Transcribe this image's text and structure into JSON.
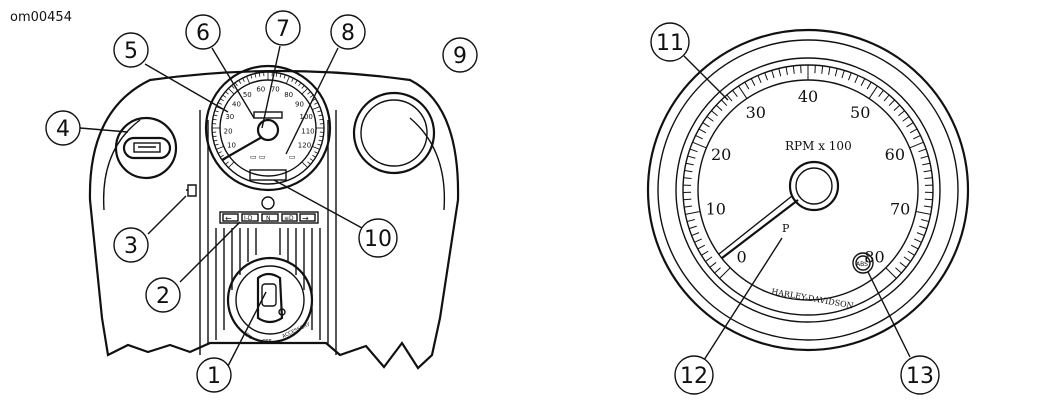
{
  "figure_ref": "om00454",
  "callouts": [
    "1",
    "2",
    "3",
    "4",
    "5",
    "6",
    "7",
    "8",
    "9",
    "10",
    "11",
    "12",
    "13"
  ],
  "speedometer": {
    "scale": [
      "10",
      "20",
      "30",
      "40",
      "50",
      "60",
      "70",
      "80",
      "90",
      "100",
      "110",
      "120"
    ],
    "indicators": [
      "I-D",
      "N"
    ]
  },
  "ignition_labels": [
    "IGN",
    "OFF",
    "ACCESSORY"
  ],
  "tachometer": {
    "scale": [
      "0",
      "10",
      "20",
      "30",
      "40",
      "50",
      "60",
      "70",
      "80"
    ],
    "units": "RPM x 100",
    "brand": "HARLEY-DAVIDSON",
    "abs_label": "ABS",
    "park_label": "P"
  }
}
